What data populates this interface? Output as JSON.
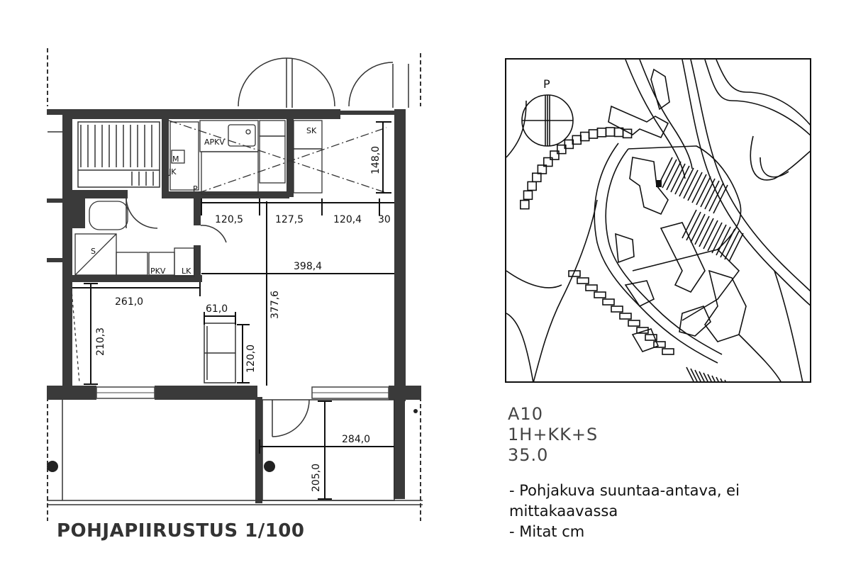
{
  "floorplan": {
    "title": "POHJAPIIRUSTUS 1/100",
    "north_label": "P",
    "room_labels": {
      "apkv": "APKV",
      "m": "M",
      "jk": "JK",
      "p": "P",
      "sk": "SK",
      "pkv": "PKV",
      "lk": "LK",
      "s": "S"
    },
    "dimensions": {
      "d_120_5": "120,5",
      "d_127_5": "127,5",
      "d_120_4": "120,4",
      "d_30": "30",
      "d_148_0": "148,0",
      "d_398_4": "398,4",
      "d_261_0": "261,0",
      "d_61_0": "61,0",
      "d_377_6": "377,6",
      "d_210_3": "210,3",
      "d_120_0": "120,0",
      "d_284_0": "284,0",
      "d_205_0": "205,0"
    }
  },
  "apartment": {
    "code": "A10",
    "type": "1H+KK+S",
    "area": "35.0"
  },
  "notes": [
    "- Pohjakuva suuntaa-antava, ei mittakaavassa",
    "- Mitat cm"
  ]
}
